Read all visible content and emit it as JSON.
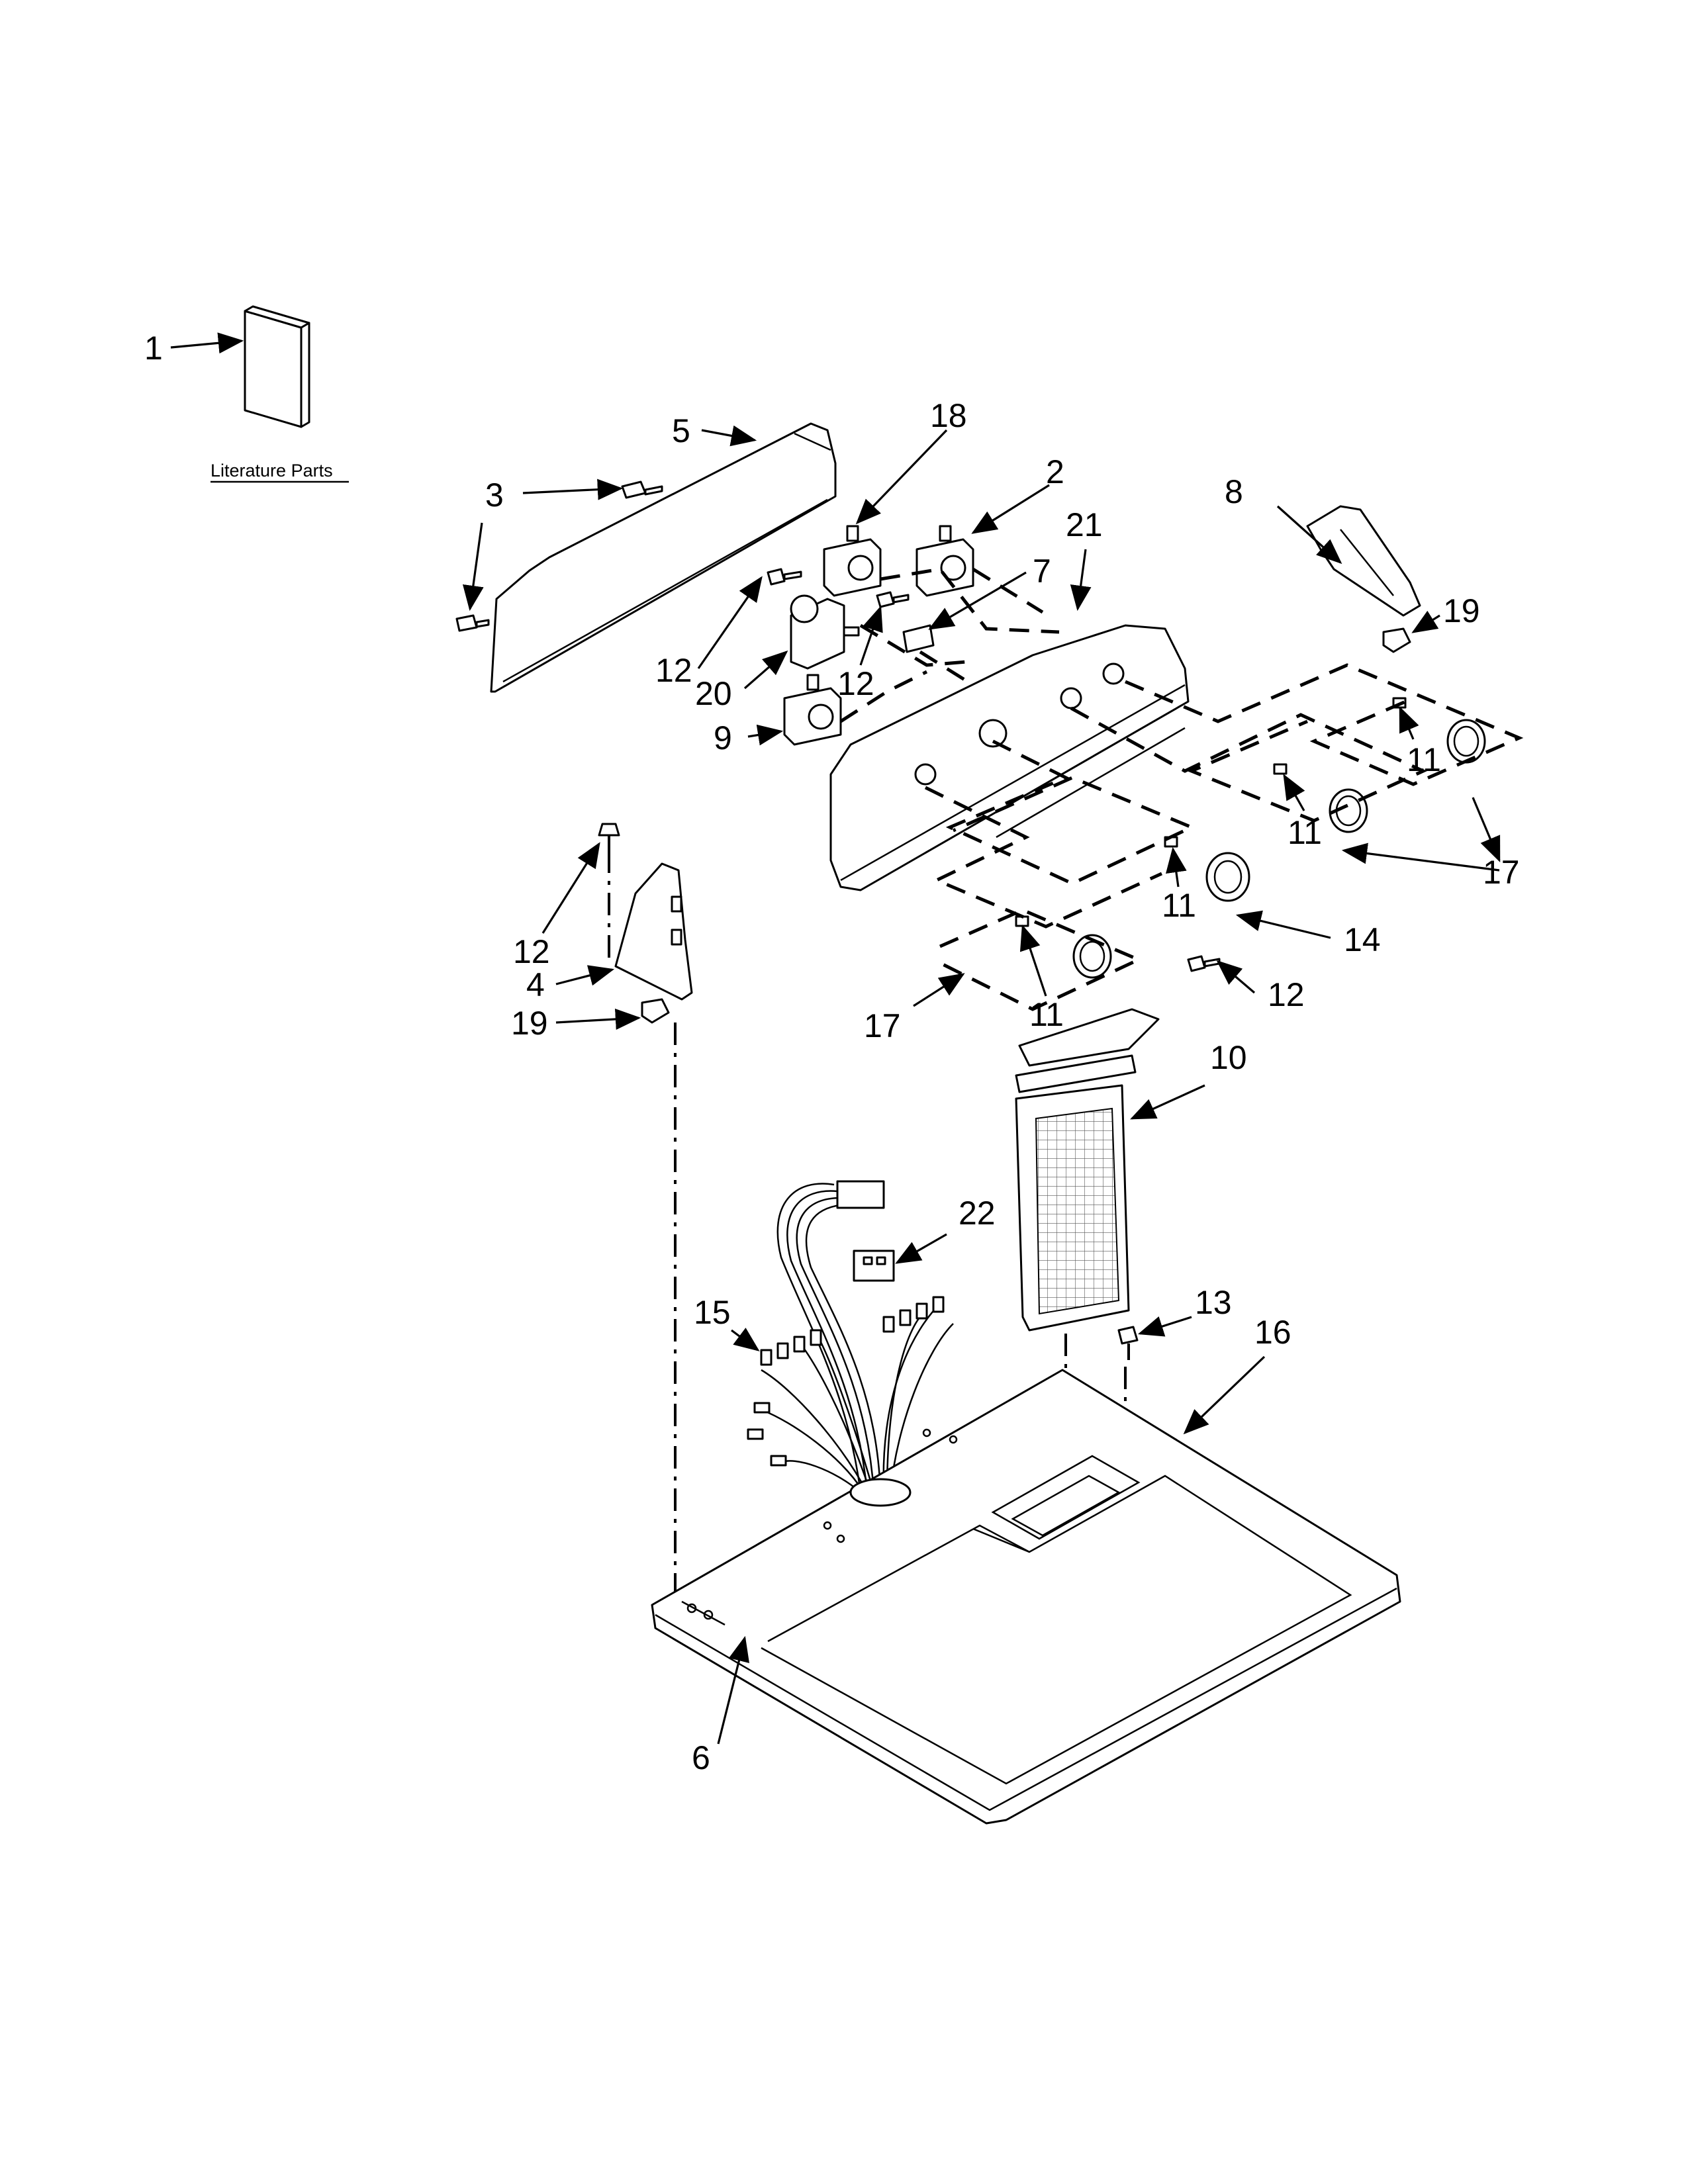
{
  "diagram": {
    "literature_label": "Literature Parts",
    "callouts": [
      "1",
      "5",
      "3",
      "3",
      "18",
      "2",
      "21",
      "7",
      "8",
      "19",
      "12",
      "12",
      "20",
      "9",
      "11",
      "11",
      "17",
      "11",
      "14",
      "17",
      "12",
      "4",
      "19",
      "11",
      "12",
      "10",
      "22",
      "15",
      "13",
      "16",
      "6"
    ]
  },
  "colors": {
    "ink": "#000000",
    "paper": "#ffffff"
  }
}
